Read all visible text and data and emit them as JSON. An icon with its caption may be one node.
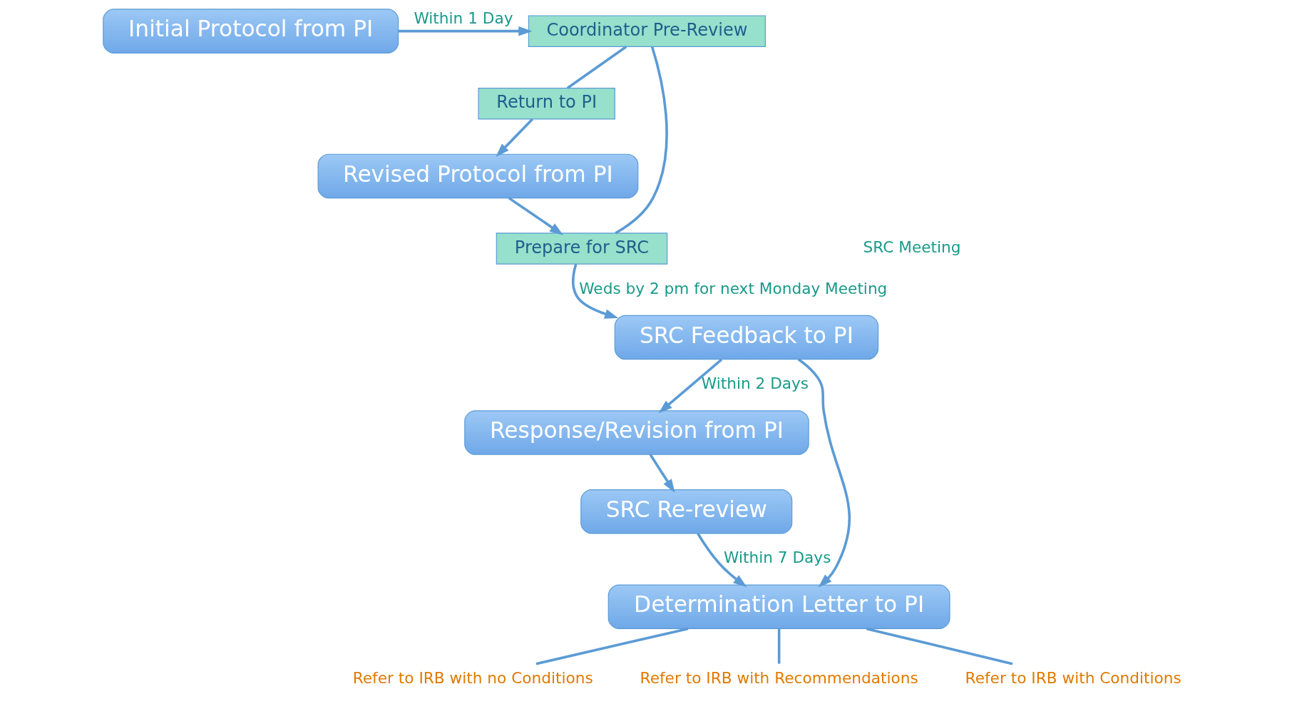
{
  "diagram": {
    "nodes": [
      {
        "text": [
          "Initial Protocol from PI"
        ]
      },
      {
        "text": [
          "Coordinator Pre-Review"
        ]
      },
      {
        "text": [
          "Return to PI"
        ]
      },
      {
        "text": [
          "Prepare for SRC"
        ]
      },
      {
        "text": [
          "Revised Protocol from PI"
        ]
      },
      {
        "text": [
          "SRC Feedback to PI"
        ]
      },
      {
        "text": [
          "Response/Revision from PI"
        ]
      },
      {
        "text": [
          "SRC Re-review"
        ]
      },
      {
        "text": [
          "Determination Letter to PI"
        ]
      },
      {
        "text": [
          "Refer to IRB with no Conditions"
        ]
      },
      {
        "text": [
          "Refer to IRB with Recommendations"
        ]
      },
      {
        "text": [
          "Refer to IRB with Conditions"
        ]
      }
    ],
    "edges": [
      {
        "from": 0,
        "to": 1,
        "arrow": "to",
        "label": "Within 1 Day"
      },
      {
        "from": 1,
        "to": 2,
        "arrow": "none"
      },
      {
        "from": 1,
        "to": 3,
        "arrow": "none"
      },
      {
        "from": 2,
        "to": 4,
        "arrow": "to"
      },
      {
        "from": 4,
        "to": 3,
        "arrow": "to"
      },
      {
        "from": 3,
        "to": 5,
        "arrow": "to",
        "label": "Weds by 2 pm for next Monday Meeting"
      },
      {
        "from": 5,
        "to": 6,
        "arrow": "to",
        "label": "Within 2 Days"
      },
      {
        "from": 6,
        "to": 7,
        "arrow": "to"
      },
      {
        "from": 7,
        "to": 8,
        "arrow": "to",
        "label": "Within 7 Days"
      },
      {
        "from": 5,
        "to": 8,
        "arrow": "to"
      },
      {
        "from": 8,
        "to": 9,
        "arrow": "none"
      },
      {
        "from": 8,
        "to": 10,
        "arrow": "none"
      },
      {
        "from": 8,
        "to": 11,
        "arrow": "none"
      }
    ],
    "labels": [
      "SRC Meeting"
    ]
  }
}
